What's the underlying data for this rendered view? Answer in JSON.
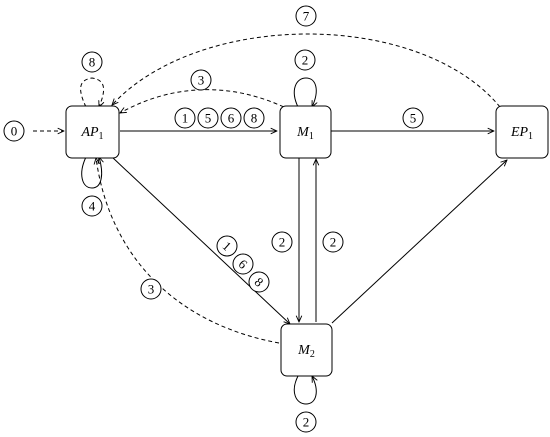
{
  "nodes": {
    "ap1": {
      "name": "AP",
      "sub": "1"
    },
    "m1": {
      "name": "M",
      "sub": "1"
    },
    "m2": {
      "name": "M",
      "sub": "2"
    },
    "ep1": {
      "name": "EP",
      "sub": "1"
    }
  },
  "edge_labels": {
    "start": "0",
    "ap1_self_top": "8",
    "ap1_self_bottom": "4",
    "m1_to_ap1_top": "3",
    "ap1_to_m1": [
      "1",
      "5",
      "6",
      "8"
    ],
    "m1_self": "2",
    "m1_to_ep1": "5",
    "ep1_to_ap1": "7",
    "m1_to_m2": "2",
    "m2_to_m1": "2",
    "ap1_to_m2": [
      "1",
      "6",
      "8"
    ],
    "m2_to_ap1": "3",
    "m2_self": "2"
  }
}
